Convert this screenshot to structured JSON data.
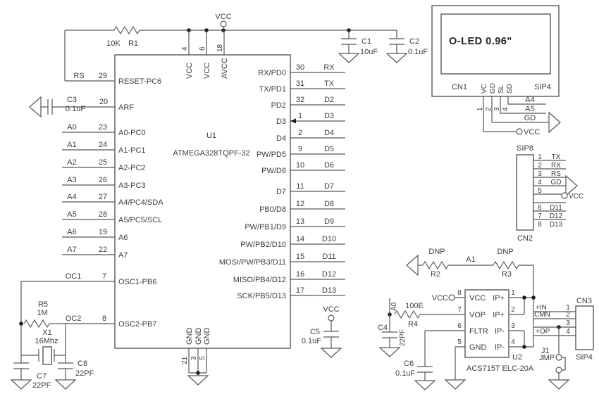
{
  "schematic": {
    "power_net": "VCC",
    "mcu": {
      "ref": "U1",
      "part": "ATMEGA328TQPF-32",
      "top_pins": [
        {
          "num": "4",
          "name": "VCC"
        },
        {
          "num": "6",
          "name": "VCC"
        },
        {
          "num": "18",
          "name": "AVCC"
        }
      ],
      "gnd_pins": [
        {
          "num": "21",
          "name": "GND"
        },
        {
          "num": "3",
          "name": "GND"
        },
        {
          "num": "5",
          "name": "GND"
        }
      ],
      "left_pins": [
        {
          "net": "RS",
          "num": "29",
          "name": "RESET-PC6"
        },
        {
          "net": "",
          "num": "20",
          "name": "ARF"
        },
        {
          "net": "A0",
          "num": "23",
          "name": "A0-PC0"
        },
        {
          "net": "A1",
          "num": "24",
          "name": "A1-PC1"
        },
        {
          "net": "A2",
          "num": "25",
          "name": "A2-PC2"
        },
        {
          "net": "A3",
          "num": "26",
          "name": "A3-PC3"
        },
        {
          "net": "A4",
          "num": "27",
          "name": "A4/PC4/SDA"
        },
        {
          "net": "A5",
          "num": "28",
          "name": "A5/PC5/SCL"
        },
        {
          "net": "A6",
          "num": "19",
          "name": "A6"
        },
        {
          "net": "A7",
          "num": "22",
          "name": "A7"
        },
        {
          "net": "OC1",
          "num": "7",
          "name": "OSC1-PB6"
        },
        {
          "net": "OC2",
          "num": "8",
          "name": "OSC2-PB7"
        }
      ],
      "right_pins": [
        {
          "name": "RX/PD0",
          "num": "30",
          "net": "RX"
        },
        {
          "name": "TX/PD1",
          "num": "31",
          "net": "TX"
        },
        {
          "name": "PD2",
          "num": "32",
          "net": "D2"
        },
        {
          "name": "D3",
          "num": "1",
          "net": "D3"
        },
        {
          "name": "D4",
          "num": "2",
          "net": "D4"
        },
        {
          "name": "PW/PD5",
          "num": "9",
          "net": "D5"
        },
        {
          "name": "PW/D6",
          "num": "10",
          "net": "D6"
        },
        {
          "name": "D7",
          "num": "11",
          "net": "D7"
        },
        {
          "name": "PB0/D8",
          "num": "12",
          "net": "D8"
        },
        {
          "name": "PW/PB1/D9",
          "num": "13",
          "net": "D9"
        },
        {
          "name": "PW/PB2/D10",
          "num": "14",
          "net": "D10"
        },
        {
          "name": "MOSI/PW/PB3/D11",
          "num": "15",
          "net": "D11"
        },
        {
          "name": "MISO/PB4/D12",
          "num": "16",
          "net": "D12"
        },
        {
          "name": "SCK/PB5/D13",
          "num": "17",
          "net": "D13"
        }
      ]
    },
    "r1": {
      "ref": "R1",
      "value": "10K"
    },
    "c1": {
      "ref": "C1",
      "value": "10uF"
    },
    "c2": {
      "ref": "C2",
      "value": "0.1uF"
    },
    "c3": {
      "ref": "C3",
      "value": "0.1uF"
    },
    "c5": {
      "ref": "C5",
      "value": "0.1uF"
    },
    "osc": {
      "r5": {
        "ref": "R5",
        "value": "1M"
      },
      "x1": {
        "ref": "X1",
        "value": "16Mhz"
      },
      "c7": {
        "ref": "C7",
        "value": "22PF"
      },
      "c8": {
        "ref": "C8",
        "value": "22PF"
      }
    },
    "oled": {
      "title": "O-LED 0.96\"",
      "ref": "CN1",
      "type": "SIP4",
      "pins": [
        {
          "num": "1",
          "name": "VC",
          "net": "VCC"
        },
        {
          "num": "2",
          "name": "GD",
          "net": "GD"
        },
        {
          "num": "3",
          "name": "SL",
          "net": "A5"
        },
        {
          "num": "4",
          "name": "SD",
          "net": "A4"
        }
      ]
    },
    "sip8": {
      "ref": "CN2",
      "type": "SIP8",
      "pins": [
        {
          "num": "1",
          "net": "TX"
        },
        {
          "num": "2",
          "net": "RX"
        },
        {
          "num": "3",
          "net": "RS"
        },
        {
          "num": "4",
          "net": "GD"
        },
        {
          "num": "5",
          "net": "VCC"
        },
        {
          "num": "6",
          "net": "D11"
        },
        {
          "num": "7",
          "net": "D12"
        },
        {
          "num": "8",
          "net": "D13"
        }
      ]
    },
    "dnp": {
      "r2": {
        "ref": "R2",
        "value": "DNP"
      },
      "r3": {
        "ref": "R3",
        "value": "DNP"
      },
      "net": "A1"
    },
    "sensor": {
      "ref": "U2",
      "part": "ACS715T ELC-20A",
      "left_pins": [
        {
          "num": "8",
          "name": "VCC"
        },
        {
          "num": "7",
          "name": "VOP"
        },
        {
          "num": "6",
          "name": "FLTR"
        },
        {
          "num": "5",
          "name": "GND"
        }
      ],
      "right_pins": [
        {
          "num": "1",
          "name": "IP+"
        },
        {
          "num": "2",
          "name": "IP+"
        },
        {
          "num": "3",
          "name": "IP-"
        },
        {
          "num": "4",
          "name": "IP-"
        }
      ],
      "r4": {
        "ref": "R4",
        "value": "100E",
        "net": "A0"
      },
      "c4": {
        "ref": "C4",
        "value": "22PF"
      },
      "c6": {
        "ref": "C6",
        "value": "0.1uF"
      }
    },
    "cn3": {
      "ref": "CN3",
      "type": "SIP4",
      "pins": [
        {
          "num": "1",
          "net": "+IN"
        },
        {
          "num": "2",
          "net": "CMN"
        },
        {
          "num": "3",
          "net": ""
        },
        {
          "num": "4",
          "net": "+OP"
        }
      ]
    },
    "j1": {
      "ref": "J1",
      "label": "JMP"
    }
  }
}
